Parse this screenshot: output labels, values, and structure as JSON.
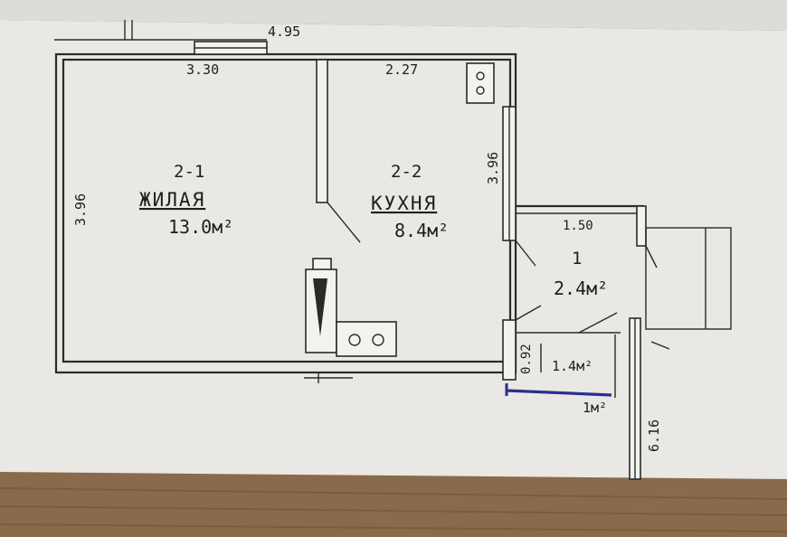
{
  "dimensions": {
    "total_width": "4.95",
    "living_width": "3.30",
    "kitchen_width": "2.27",
    "kitchen_depth": "3.96",
    "living_depth": "3.96",
    "hall_width": "1.50",
    "closet_width": "0.92",
    "side_length": "6.16"
  },
  "rooms": [
    {
      "number": "2-1",
      "name": "ЖИЛАЯ",
      "area": "13.0м²"
    },
    {
      "number": "2-2",
      "name": "КУХНЯ",
      "area": "8.4м²"
    },
    {
      "number": "1",
      "area": "2.4м²"
    },
    {
      "area": "1.4м²"
    },
    {
      "area": "1м²"
    }
  ],
  "colors": {
    "paper": "#e9e8e4",
    "ink": "#2a2a2a",
    "pen_mark": "#2b2f8f",
    "table": "#8a6a4a"
  }
}
